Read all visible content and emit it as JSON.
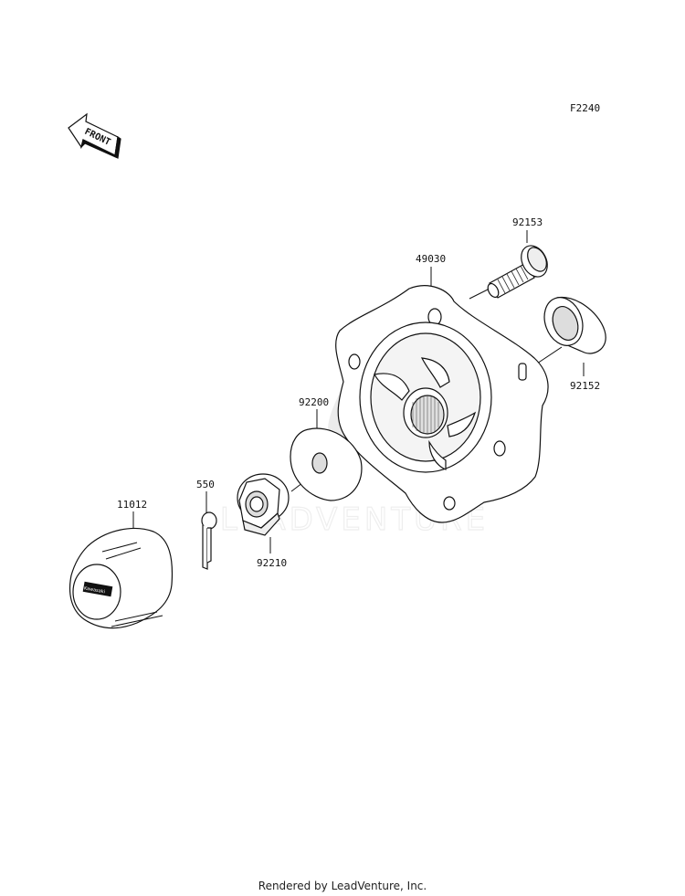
{
  "diagram": {
    "code": "F2240",
    "front_label": "FRONT",
    "parts": [
      {
        "id": "11012",
        "label": "11012"
      },
      {
        "id": "550",
        "label": "550"
      },
      {
        "id": "92210",
        "label": "92210"
      },
      {
        "id": "92200",
        "label": "92200"
      },
      {
        "id": "49030",
        "label": "49030"
      },
      {
        "id": "92153",
        "label": "92153"
      },
      {
        "id": "92152",
        "label": "92152"
      }
    ],
    "cap_brand_text": "Kawasaki",
    "watermark": "LEADVENTURE"
  },
  "footer": {
    "text": "Rendered by LeadVenture, Inc."
  }
}
